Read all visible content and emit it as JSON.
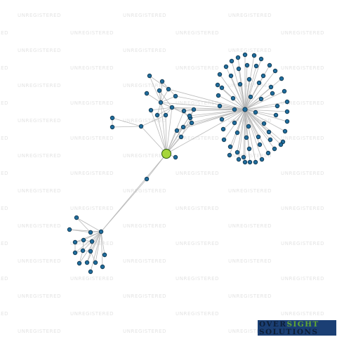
{
  "watermark_text": "UNREGISTERED",
  "logo": {
    "part1": "OVER",
    "part2": "SIGHT",
    "line2": "SOLUTIONS"
  },
  "colors": {
    "background": "#ffffff",
    "watermark": "#e3e3e3",
    "edge": "#b8b8b8",
    "node_fill": "#1f6c9c",
    "node_stroke": "#0d2f45",
    "focus_fill": "#a6d63a",
    "focus_stroke": "#2c5a0e",
    "logo_bg": "#1f58a0",
    "logo_accent": "#62a832"
  },
  "network": {
    "focus_node": "company",
    "node_count": 82
  }
}
